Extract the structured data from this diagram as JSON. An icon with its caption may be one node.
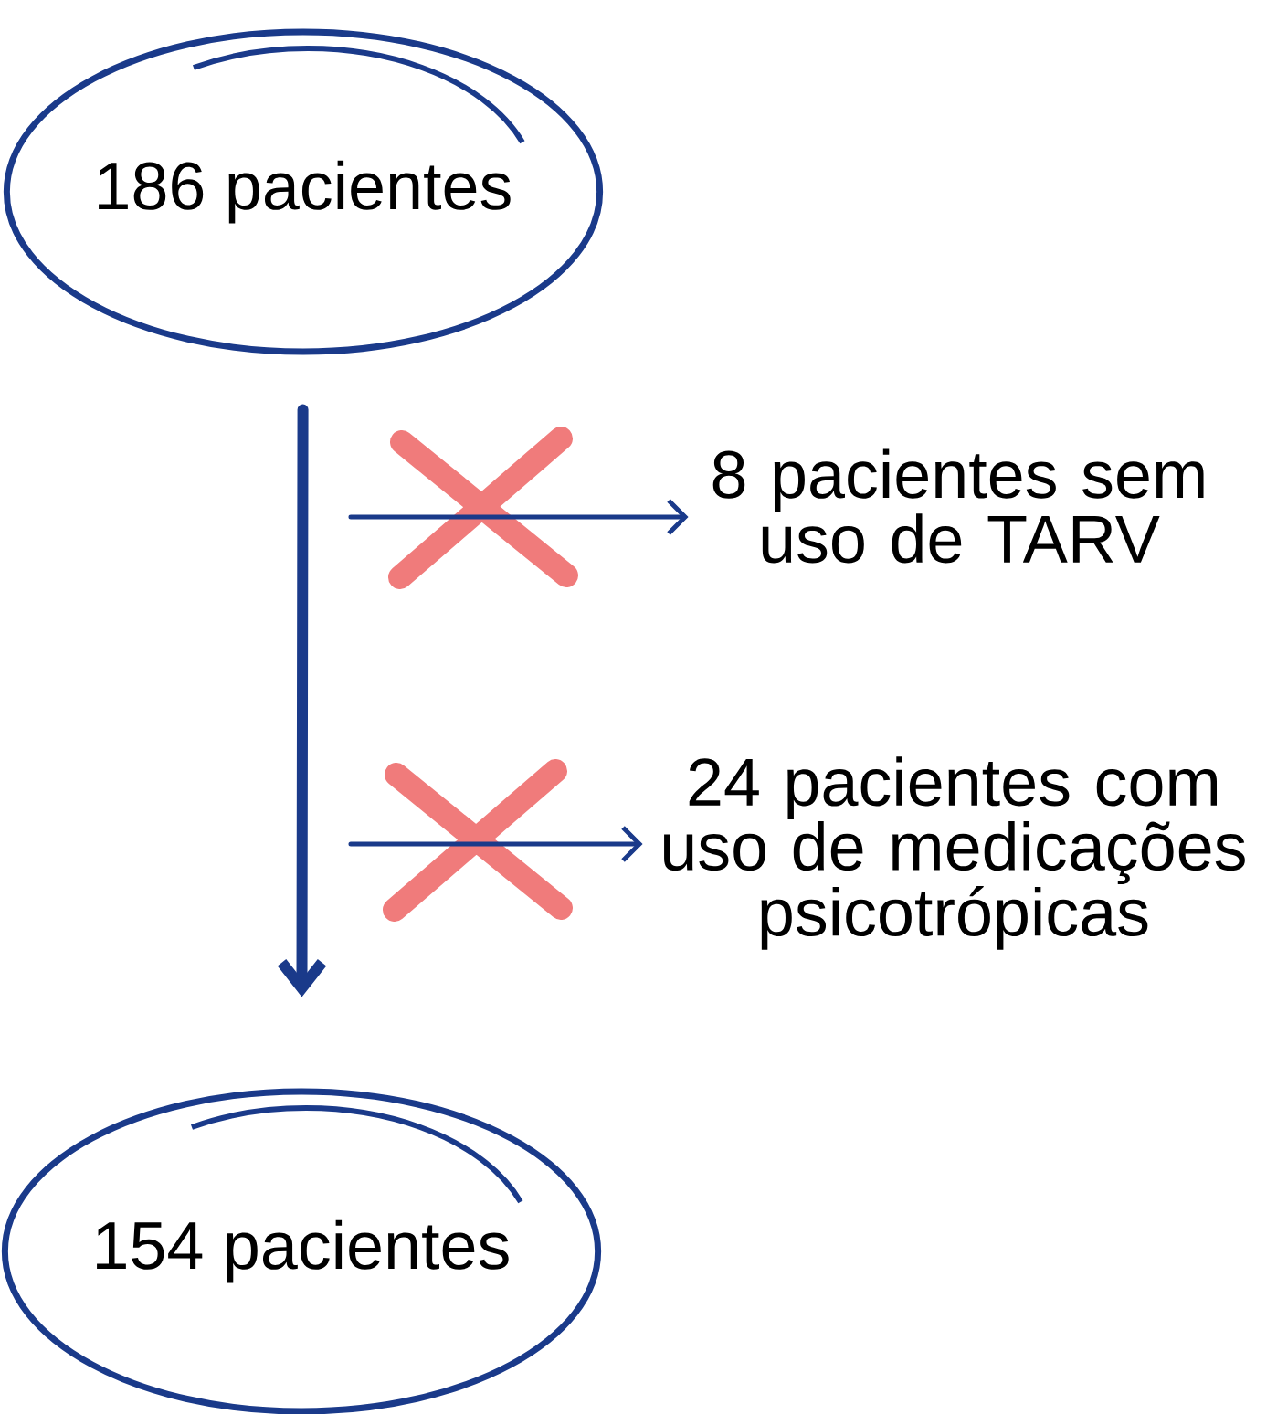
{
  "diagram": {
    "nodes": [
      {
        "text": [
          "186 pacientes"
        ]
      },
      {
        "text": [
          "8 pacientes sem uso de TARV"
        ]
      },
      {
        "text": [
          "24 pacientes com uso de medicações psicotrópicas"
        ]
      },
      {
        "text": [
          "154 pacientes"
        ]
      }
    ],
    "edges": [
      {
        "from": 0,
        "to": 3,
        "arrow": "to",
        "style": "thick"
      },
      {
        "from": null,
        "to": 1,
        "arrow": "to"
      },
      {
        "from": null,
        "to": 2,
        "arrow": "to"
      }
    ]
  }
}
